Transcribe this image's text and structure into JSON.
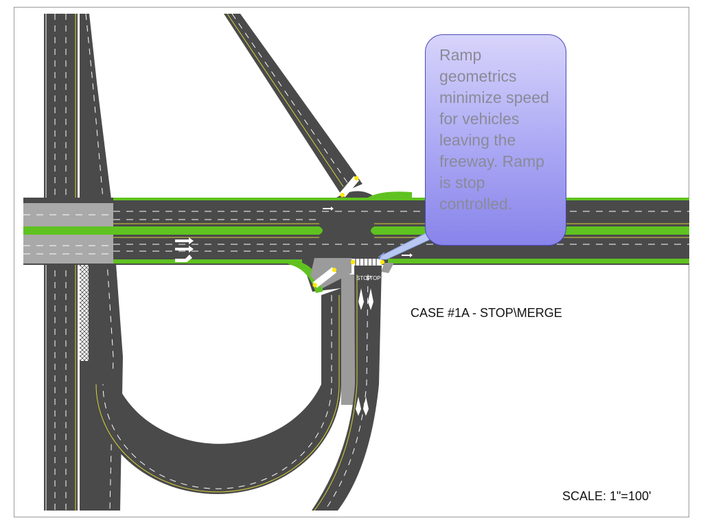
{
  "callout": {
    "text": "Ramp geometrics minimize speed for vehicles leaving the freeway. Ramp is stop controlled."
  },
  "labels": {
    "case": "CASE #1A - STOP\\MERGE",
    "scale": "SCALE: 1\"=100'"
  },
  "pavement_markings": {
    "stop_left": "STOP",
    "stop_right": "STOP"
  },
  "colors": {
    "pavement": "#4a4a4a",
    "median": "#5fc220",
    "bridge_deck": "#a9a9a9",
    "concrete": "#9b9b9b",
    "lane_line": "#ffffff",
    "edge_line": "#d9d23a",
    "callout_fill": "#a9a6f3",
    "callout_border": "#4a48b8"
  }
}
